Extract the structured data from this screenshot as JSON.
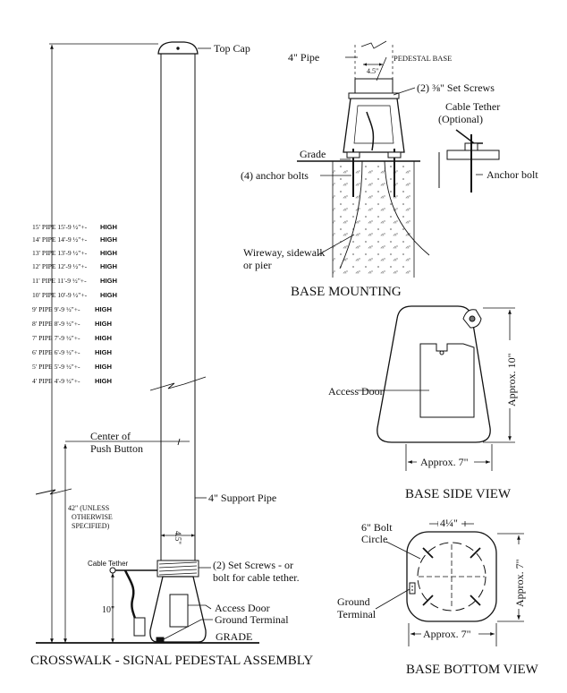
{
  "main_view": {
    "top_cap": "Top Cap",
    "pipe_heights": [
      {
        "pipe": "15' PIPE 15'-9 ½\"+-",
        "high": "HIGH"
      },
      {
        "pipe": "14' PIPE 14'-9 ½\"+-",
        "high": "HIGH"
      },
      {
        "pipe": "13' PIPE 13'-9 ½\"+-",
        "high": "HIGH"
      },
      {
        "pipe": "12' PIPE 12'-9 ½\"+-",
        "high": "HIGH"
      },
      {
        "pipe": "11' PIPE 11'-9 ½\"+-",
        "high": "HIGH"
      },
      {
        "pipe": "10' PIPE 10'-9 ½\"+-",
        "high": "HIGH"
      },
      {
        "pipe": "9' PIPE 9'-9 ½\"+-",
        "high": "HIGH"
      },
      {
        "pipe": "8' PIPE 8'-9 ½\"+-",
        "high": "HIGH"
      },
      {
        "pipe": "7' PIPE 7'-9 ½\"+-",
        "high": "HIGH"
      },
      {
        "pipe": "6' PIPE 6'-9 ½\"+-",
        "high": "HIGH"
      },
      {
        "pipe": "5' PIPE 5'-9 ½\"+-",
        "high": "HIGH"
      },
      {
        "pipe": "4' PIPE 4'-9 ½\"+-",
        "high": "HIGH"
      }
    ],
    "center_line1": "Center of",
    "center_line2": "Push Button",
    "support_pipe": "4\" Support Pipe",
    "dim_42_line1": "42\" (UNLESS",
    "dim_42_line2": "OTHERWISE",
    "dim_42_line3": "SPECIFIED)",
    "pipe_dim": "4.5\"",
    "set_screws_line1": "(2) Set Screws - or",
    "set_screws_line2": "bolt for cable tether.",
    "cable_tether": "Cable Tether",
    "dim_10": "10\"",
    "access_door": "Access Door",
    "ground_terminal": "Ground Terminal",
    "grade": "GRADE",
    "title": "CROSSWALK  - SIGNAL PEDESTAL ASSEMBLY"
  },
  "base_mounting": {
    "pipe": "4\" Pipe",
    "pedestal_base": "PEDESTAL BASE",
    "pipe_dim": "4.5\"",
    "set_screws": "(2) ⅜\" Set Screws",
    "cable_tether_line1": "Cable Tether",
    "cable_tether_line2": "(Optional)",
    "grade": "Grade",
    "anchor_bolts": "(4) anchor bolts",
    "anchor_bolt": "Anchor bolt",
    "wireway_line1": "Wireway, sidewalk",
    "wireway_line2": "or pier",
    "title": "BASE MOUNTING"
  },
  "side_view": {
    "access_door": "Access Door",
    "approx_10": "Approx. 10\"",
    "approx_7": "Approx. 7\"",
    "title": "BASE SIDE VIEW"
  },
  "bottom_view": {
    "bolt_line1": "6\" Bolt",
    "bolt_line2": "Circle",
    "dim_4_25": "4¼\"",
    "ground_line1": "Ground",
    "ground_line2": "Terminal",
    "approx_7_side": "Approx. 7\"",
    "approx_7_bottom": "Approx. 7\"",
    "title": "BASE BOTTOM VIEW"
  }
}
